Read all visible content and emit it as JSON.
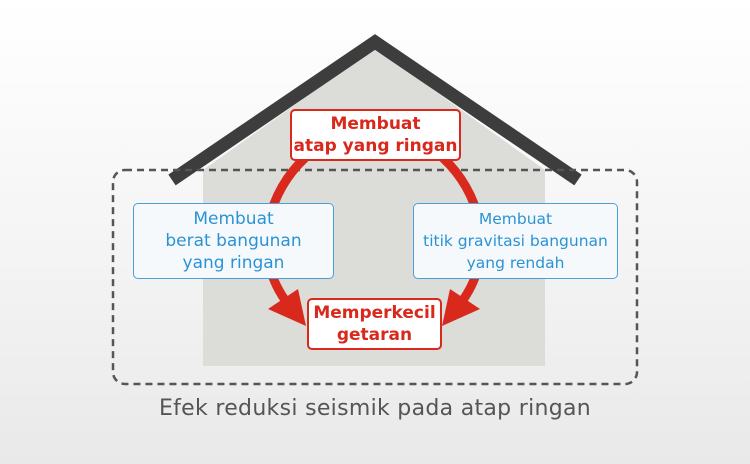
{
  "roof_box": {
    "lines": [
      "Membuat",
      "atap yang ringan"
    ]
  },
  "left_box": {
    "lines": [
      "Membuat",
      "berat bangunan",
      "yang ringan"
    ]
  },
  "right_box": {
    "lines": [
      "Membuat",
      "titik gravitasi bangunan",
      "yang rendah"
    ]
  },
  "center_box": {
    "lines": [
      "Memperkecil",
      "getaran"
    ]
  },
  "caption": "Efek reduksi seismik pada atap ringan",
  "colors": {
    "accent_red": "#d9281c",
    "accent_blue": "#2b93d4",
    "roof_line": "#3d3d3d",
    "house_fill": "#dcddd8",
    "dashed_border": "#555555",
    "caption_text": "#555555"
  },
  "icons": [
    "house-roof-shape",
    "circular-arrow-cycle"
  ]
}
